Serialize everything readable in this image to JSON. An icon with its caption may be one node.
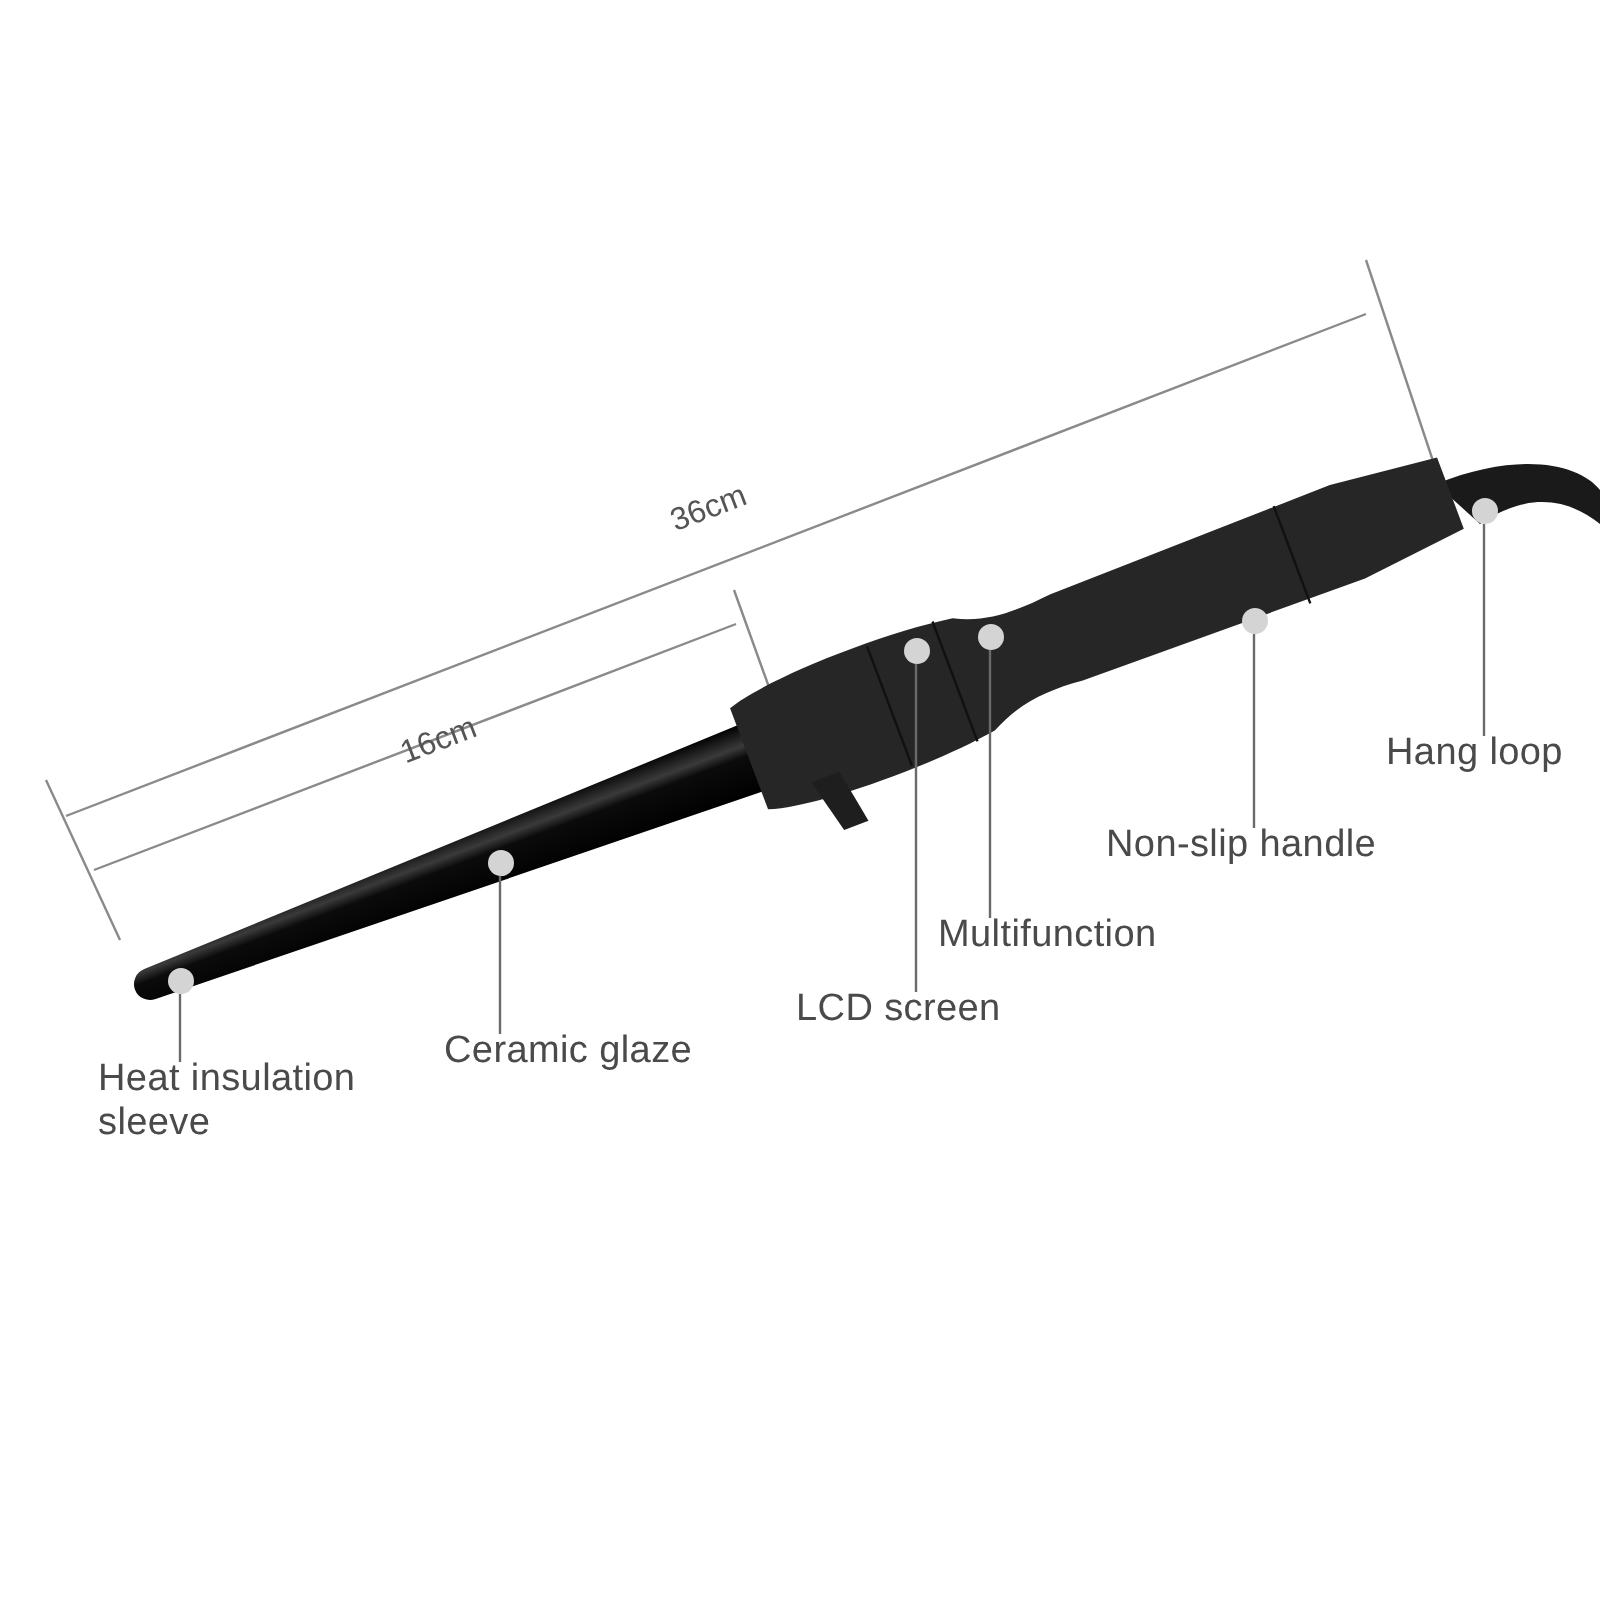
{
  "diagram": {
    "nodes": [
      {
        "text": [
          "Hang loop"
        ]
      },
      {
        "text": [
          "Non-slip handle"
        ]
      },
      {
        "text": [
          "Multifunction"
        ]
      },
      {
        "text": [
          "LCD screen"
        ]
      },
      {
        "text": [
          "Ceramic glaze"
        ]
      },
      {
        "text": [
          "Heat insulation sleeve"
        ]
      },
      {
        "text": [],
        "shape": "circle"
      },
      {
        "text": [],
        "shape": "circle"
      },
      {
        "text": [],
        "shape": "circle"
      },
      {
        "text": [],
        "shape": "circle"
      },
      {
        "text": [],
        "shape": "circle"
      },
      {
        "text": [],
        "shape": "circle"
      }
    ],
    "edges": [
      {
        "from": 0,
        "to": 6,
        "arrow": "none"
      },
      {
        "from": 1,
        "to": 7,
        "arrow": "none"
      },
      {
        "from": 2,
        "to": 8,
        "arrow": "none"
      },
      {
        "from": 3,
        "to": 9,
        "arrow": "none"
      },
      {
        "from": 4,
        "to": 10,
        "arrow": "none"
      },
      {
        "from": 5,
        "to": 11,
        "arrow": "none"
      }
    ],
    "labels": [
      "36cm",
      "16cm"
    ]
  }
}
